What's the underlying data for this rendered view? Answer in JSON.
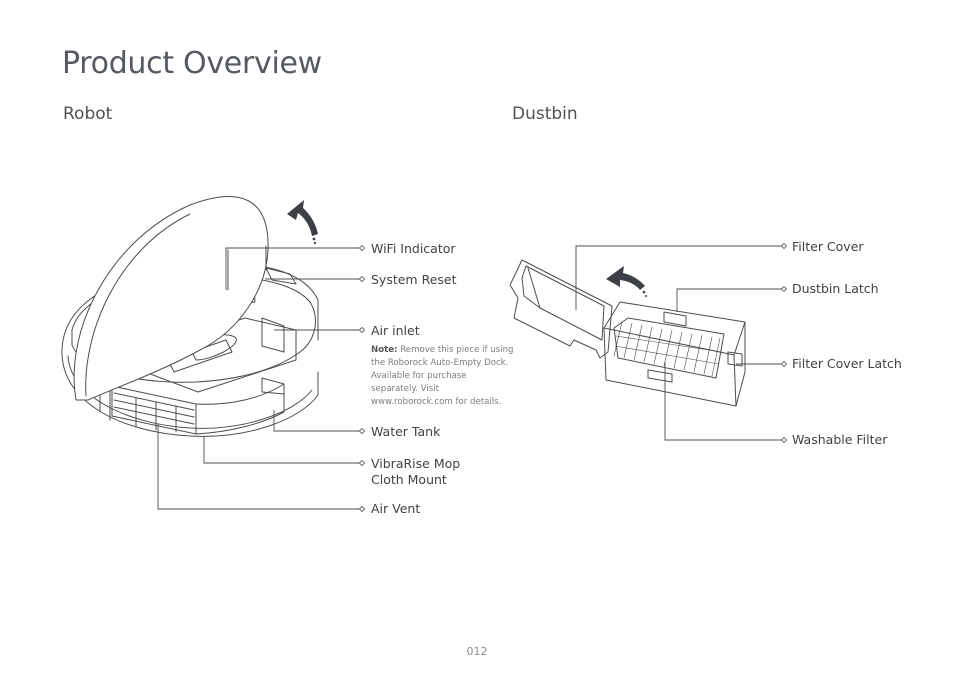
{
  "page": {
    "title": "Product Overview",
    "page_number": "012"
  },
  "robot": {
    "heading": "Robot",
    "labels": {
      "wifi_indicator": "WiFi Indicator",
      "system_reset": "System Reset",
      "air_inlet": "Air inlet",
      "note_label": "Note:",
      "note_text": "Remove this piece if using the Roborock Auto-Empty Dock. Available for purchase separately. Visit www.roborock.com for details.",
      "water_tank": "Water Tank",
      "mop_mount_line1": "VibraRise Mop",
      "mop_mount_line2": "Cloth Mount",
      "air_vent": "Air Vent"
    }
  },
  "dustbin": {
    "heading": "Dustbin",
    "labels": {
      "filter_cover": "Filter Cover",
      "dustbin_latch": "Dustbin Latch",
      "filter_cover_latch": "Filter Cover Latch",
      "washable_filter": "Washable Filter"
    }
  },
  "colors": {
    "line_art": "#4a4d52",
    "arrow": "#3d4046",
    "text": "#3f4246"
  }
}
